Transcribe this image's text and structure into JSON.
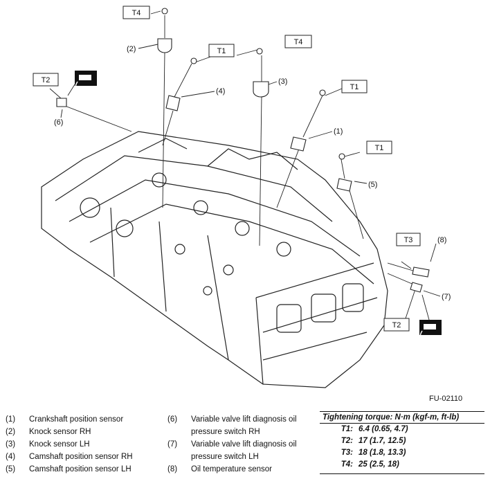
{
  "figure": {
    "code": "FU-02110",
    "callouts": [
      "(1)",
      "(2)",
      "(3)",
      "(4)",
      "(5)",
      "(6)",
      "(7)",
      "(8)"
    ],
    "torque_tags": [
      "T1",
      "T2",
      "T3",
      "T4"
    ],
    "icons": [
      "sealant-tube-icon"
    ]
  },
  "legend": [
    {
      "num": "(1)",
      "text": "Crankshaft position sensor"
    },
    {
      "num": "(2)",
      "text": "Knock sensor RH"
    },
    {
      "num": "(3)",
      "text": "Knock sensor LH"
    },
    {
      "num": "(4)",
      "text": "Camshaft position sensor RH"
    },
    {
      "num": "(5)",
      "text": "Camshaft position sensor LH"
    },
    {
      "num": "(6)",
      "text": "Variable valve lift diagnosis oil pressure switch RH"
    },
    {
      "num": "(7)",
      "text": "Variable valve lift diagnosis oil pressure switch LH"
    },
    {
      "num": "(8)",
      "text": "Oil temperature sensor"
    }
  ],
  "torque": {
    "title": "Tightening torque: N·m (kgf-m, ft-lb)",
    "rows": [
      {
        "key": "T1:",
        "value": "6.4 (0.65, 4.7)"
      },
      {
        "key": "T2:",
        "value": "17 (1.7, 12.5)"
      },
      {
        "key": "T3:",
        "value": "18 (1.8, 13.3)"
      },
      {
        "key": "T4:",
        "value": "25 (2.5, 18)"
      }
    ]
  }
}
